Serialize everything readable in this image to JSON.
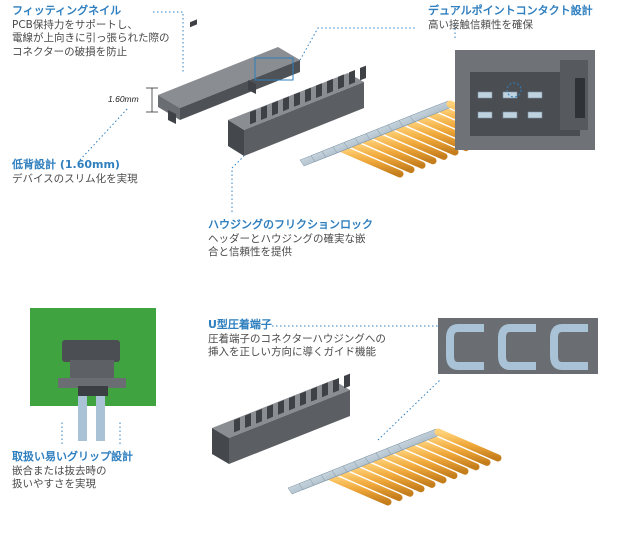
{
  "fitting_nail": {
    "title": "フィッティングネイル",
    "desc1": "PCB保持力をサポートし、",
    "desc2": "電線が上向きに引っ張られた際の",
    "desc3": "コネクターの破損を防止"
  },
  "dual_contact": {
    "title": "デュアルポイントコンタクト設計",
    "desc1": "高い接触信頼性を確保"
  },
  "low_profile": {
    "title": "低背設計 (1.60mm)",
    "desc1": "デバイスのスリム化を実現"
  },
  "dimension_label": "1.60mm",
  "friction_lock": {
    "title": "ハウジングのフリクションロック",
    "desc1": "ヘッダーとハウジングの確実な嵌",
    "desc2": "合と信頼性を提供"
  },
  "u_crimp": {
    "title": "U型圧着端子",
    "desc1": "圧着端子のコネクターハウジングへの",
    "desc2": "挿入を正しい方向に導くガイド機能"
  },
  "grip": {
    "title": "取扱い易いグリップ設計",
    "desc1": "嵌合または抜去時の",
    "desc2": "扱いやすさを実現"
  },
  "colors": {
    "accent": "#2f7fbf",
    "wire": "#f0a83a",
    "housing": "#5b5e63",
    "pcb": "#3fa33f",
    "contact": "#a9c2d6"
  }
}
